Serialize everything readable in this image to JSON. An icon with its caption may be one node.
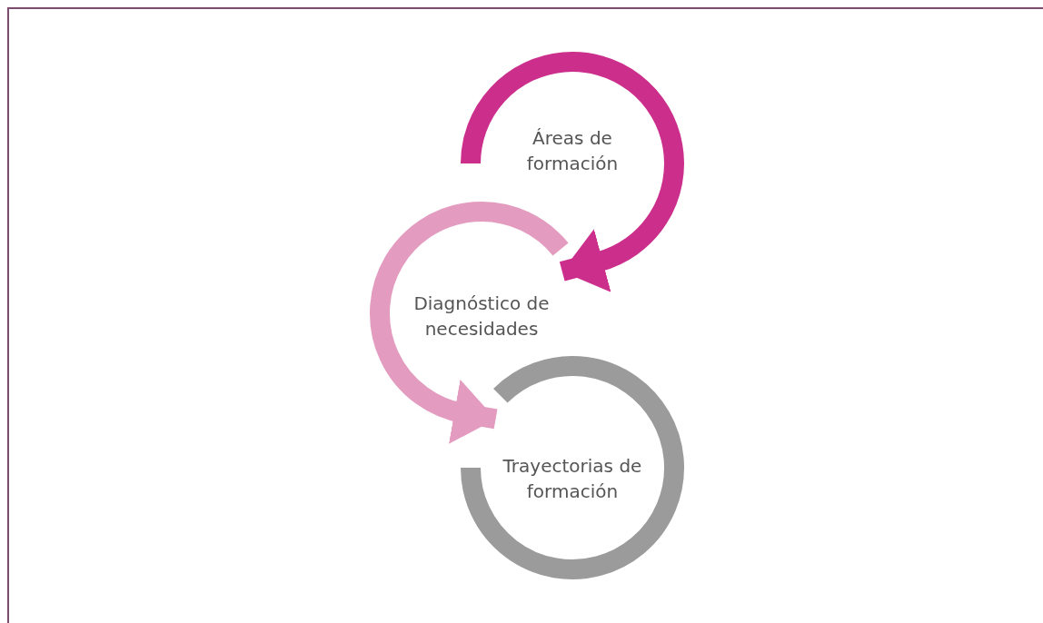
{
  "diagram": {
    "nodes": [
      {
        "text": [
          "Áreas de formación"
        ]
      },
      {
        "text": [
          "Diagnóstico de necesidades"
        ]
      },
      {
        "text": [
          "Trayectorias de formación"
        ]
      }
    ],
    "edges": [
      {
        "from": 0,
        "to": 1,
        "arrow": "to",
        "color": "#cc2e8c"
      },
      {
        "from": 1,
        "to": 2,
        "arrow": "to",
        "color": "#e39cc0"
      }
    ]
  }
}
